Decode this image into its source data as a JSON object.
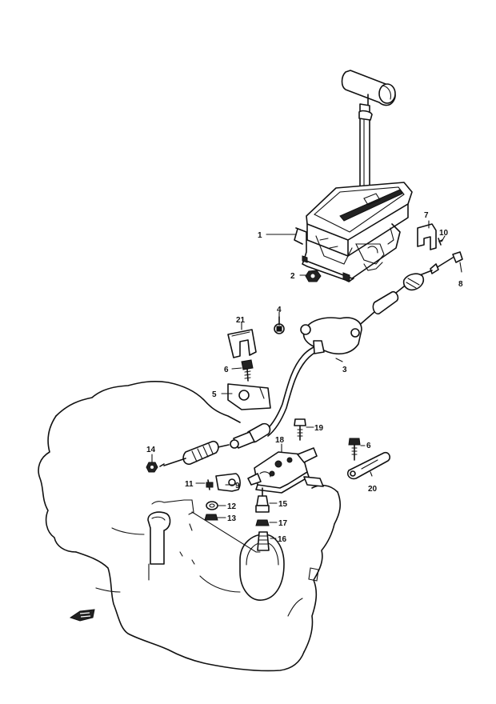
{
  "diagram": {
    "callouts": [
      {
        "id": "p1",
        "label": "1"
      },
      {
        "id": "p2",
        "label": "2"
      },
      {
        "id": "p3",
        "label": "3"
      },
      {
        "id": "p4",
        "label": "4"
      },
      {
        "id": "p5",
        "label": "5"
      },
      {
        "id": "p6a",
        "label": "6"
      },
      {
        "id": "p6b",
        "label": "6"
      },
      {
        "id": "p7",
        "label": "7"
      },
      {
        "id": "p8",
        "label": "8"
      },
      {
        "id": "p9",
        "label": "9"
      },
      {
        "id": "p10",
        "label": "10"
      },
      {
        "id": "p11",
        "label": "11"
      },
      {
        "id": "p12",
        "label": "12"
      },
      {
        "id": "p13",
        "label": "13"
      },
      {
        "id": "p14",
        "label": "14"
      },
      {
        "id": "p15",
        "label": "15"
      },
      {
        "id": "p16",
        "label": "16"
      },
      {
        "id": "p17",
        "label": "17"
      },
      {
        "id": "p18",
        "label": "18"
      },
      {
        "id": "p19",
        "label": "19"
      },
      {
        "id": "p20",
        "label": "20"
      },
      {
        "id": "p21",
        "label": "21"
      }
    ]
  }
}
